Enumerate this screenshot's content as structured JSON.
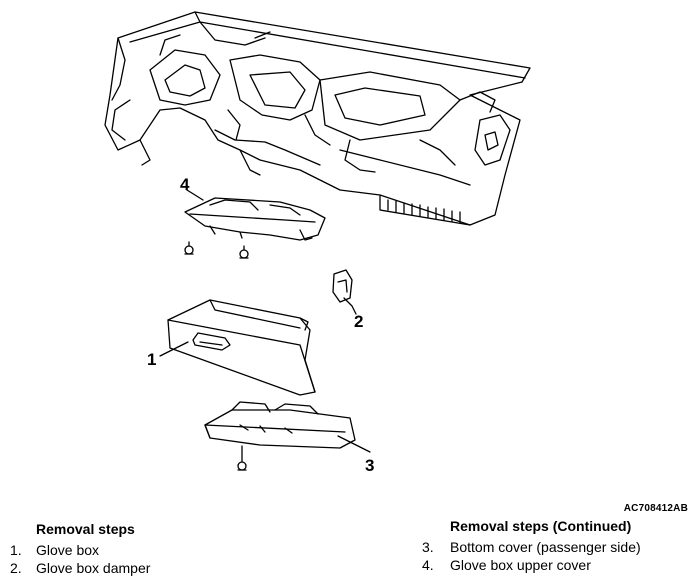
{
  "figure": {
    "code": "AC708412AB",
    "callouts": [
      "1",
      "2",
      "3",
      "4"
    ]
  },
  "steps_left": {
    "title": "Removal steps",
    "items": [
      {
        "num": "1.",
        "text": "Glove box"
      },
      {
        "num": "2.",
        "text": "Glove box damper"
      }
    ]
  },
  "steps_right": {
    "title": "Removal steps (Continued)",
    "items": [
      {
        "num": "3.",
        "text": "Bottom cover (passenger side)"
      },
      {
        "num": "4.",
        "text": "Glove box upper cover"
      }
    ]
  }
}
